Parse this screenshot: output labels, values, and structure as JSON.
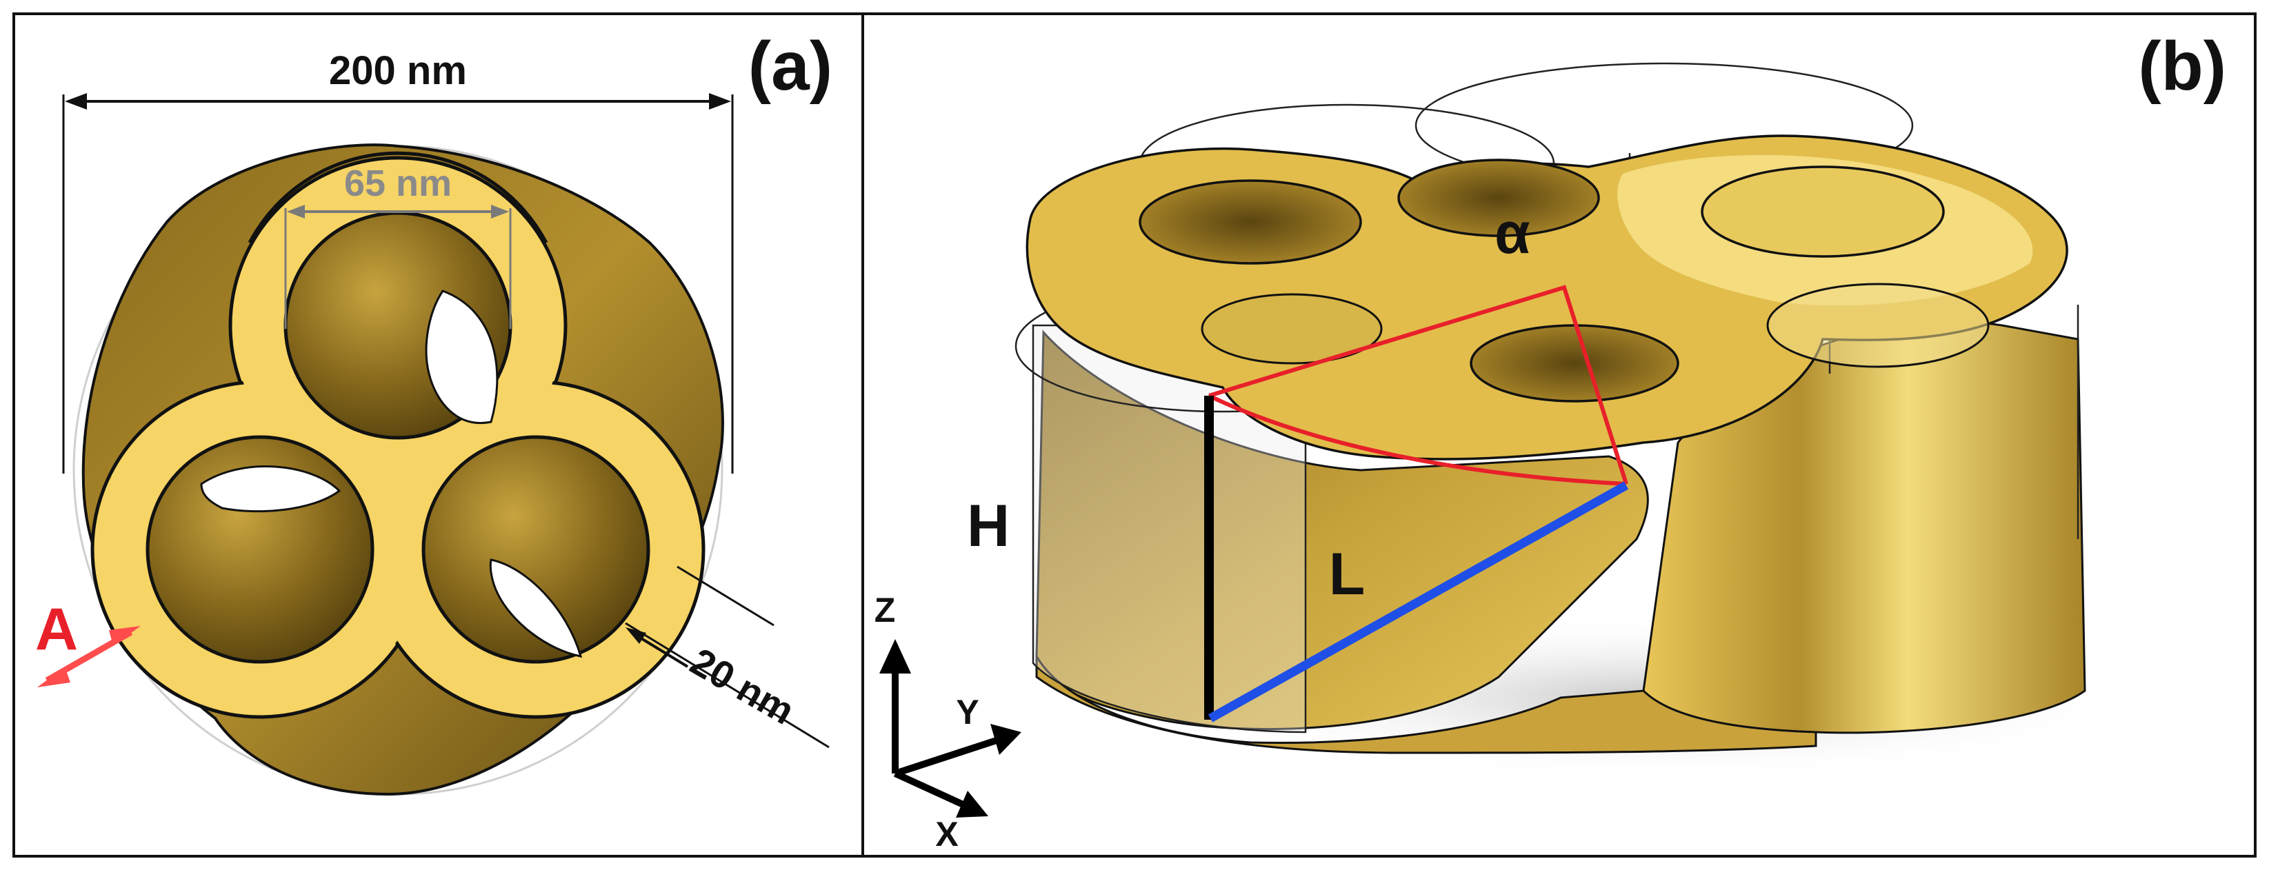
{
  "panel_a": {
    "label": "(a)",
    "dim_outer": "200 nm",
    "dim_hole": "65 nm",
    "dim_wall": "20 nm",
    "axis_marker": "A"
  },
  "panel_b": {
    "label": "(b)",
    "angle_symbol": "α",
    "height_label": "H",
    "length_label": "L",
    "axis_z": "Z",
    "axis_y": "Y",
    "axis_x": "X"
  },
  "colors": {
    "gold_light": "#f6d465",
    "gold_mid": "#c9a23b",
    "gold_dark": "#6e5516",
    "red": "#e8202a",
    "blue": "#1f4fe6",
    "outline": "#111111"
  }
}
